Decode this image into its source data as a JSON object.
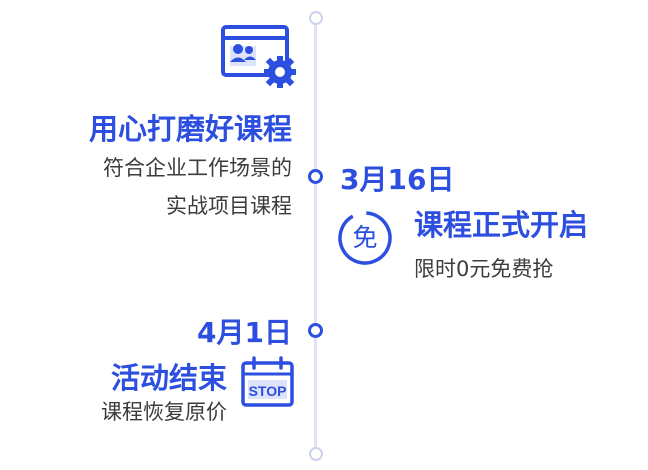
{
  "top": {
    "title": "用心打磨好课程",
    "desc_line1": "符合企业工作场景的",
    "desc_line2": "实战项目课程",
    "icon": "course-settings-icon"
  },
  "start": {
    "date": "3月16日",
    "title": "课程正式开启",
    "desc": "限时0元免费抢",
    "badge_text": "免",
    "icon": "free-badge-icon"
  },
  "end": {
    "date": "4月1日",
    "title": "活动结束",
    "desc": "课程恢复原价",
    "badge_text": "STOP",
    "icon": "stop-calendar-icon"
  },
  "colors": {
    "accent": "#2d4fe0",
    "line": "#dfe3f4",
    "text": "#3c3c3c"
  }
}
